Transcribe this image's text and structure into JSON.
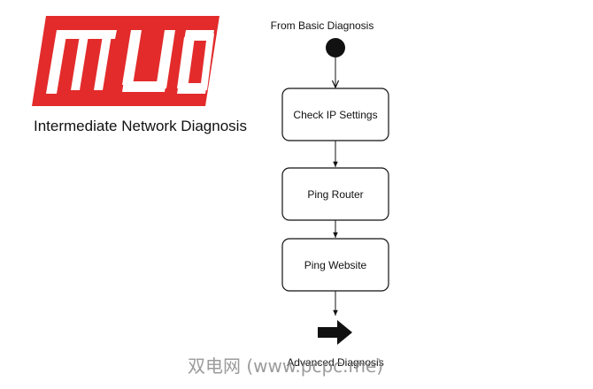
{
  "logo": {
    "text": "MUO",
    "color": "#e32b2b"
  },
  "subtitle": "Intermediate Network Diagnosis",
  "flow": {
    "start_label": "From Basic Diagnosis",
    "steps": [
      {
        "label": "Check IP Settings"
      },
      {
        "label": "Ping Router"
      },
      {
        "label": "Ping Website"
      }
    ],
    "end_label": "Advanced Diagnosis",
    "end_icon": "right-arrow-icon"
  },
  "watermark": "双电网 (www.pcpc.me)"
}
